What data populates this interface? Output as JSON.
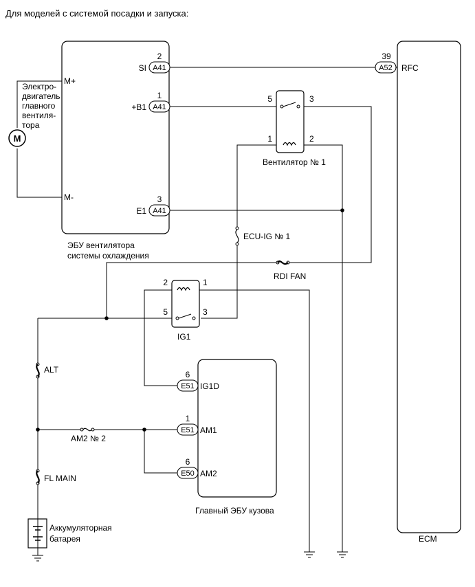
{
  "title": "Для моделей с системой посадки и запуска:",
  "components": {
    "fan_ecu": {
      "label_line1": "ЭБУ вентилятора",
      "label_line2": "системы охлаждения"
    },
    "motor": {
      "symbol": "M",
      "label_lines": [
        "Электро-",
        "двигатель",
        "главного",
        "вентиля-",
        "тора"
      ],
      "pin_plus": "M+",
      "pin_minus": "M-"
    },
    "ecm": {
      "label": "ECM"
    },
    "body_ecu": {
      "label": "Главный ЭБУ кузова"
    },
    "fan_relay": {
      "label": "Вентилятор № 1",
      "pin5": "5",
      "pin3": "3",
      "pin1": "1",
      "pin2": "2"
    },
    "ig1_relay": {
      "label": "IG1",
      "pin2": "2",
      "pin1": "1",
      "pin5": "5",
      "pin3": "3"
    },
    "battery": {
      "label_line1": "Аккумуляторная",
      "label_line2": "батарея"
    }
  },
  "fuses": {
    "ecu_ig1": "ECU-IG № 1",
    "rdi_fan": "RDI FAN",
    "alt": "ALT",
    "am2_no2": "AM2 № 2",
    "fl_main": "FL MAIN"
  },
  "connectors": {
    "si": {
      "pin_name": "SI",
      "pin_no": "2",
      "conn": "A41"
    },
    "b1": {
      "pin_name": "+B1",
      "pin_no": "1",
      "conn": "A41"
    },
    "e1": {
      "pin_name": "E1",
      "pin_no": "3",
      "conn": "A41"
    },
    "rfc": {
      "pin_name": "RFC",
      "pin_no": "39",
      "conn": "A52"
    },
    "ig1d": {
      "pin_name": "IG1D",
      "pin_no": "6",
      "conn": "E51"
    },
    "am1": {
      "pin_name": "AM1",
      "pin_no": "1",
      "conn": "E51"
    },
    "am2": {
      "pin_name": "AM2",
      "pin_no": "6",
      "conn": "E50"
    }
  }
}
